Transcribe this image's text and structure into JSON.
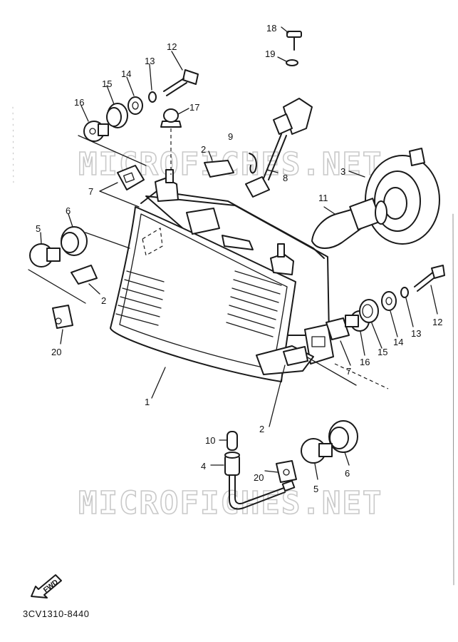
{
  "watermark": {
    "text_1": "MICROFICHES.NET",
    "text_2": "MICROFICHES.NET"
  },
  "callouts": {
    "c18": "18",
    "c19": "19",
    "c12a": "12",
    "c13a": "13",
    "c14a": "14",
    "c15a": "15",
    "c16a": "16",
    "c17": "17",
    "c9": "9",
    "c2a": "2",
    "c3": "3",
    "c8": "8",
    "c7a": "7",
    "c11": "11",
    "c6a": "6",
    "c5a": "5",
    "c2b": "2",
    "c20a": "20",
    "c12b": "12",
    "c13b": "13",
    "c14b": "14",
    "c15b": "15",
    "c16b": "16",
    "c7b": "7",
    "c1": "1",
    "c2c": "2",
    "c10": "10",
    "c4": "4",
    "c20b": "20",
    "c5b": "5",
    "c6b": "6"
  },
  "forward_mark": {
    "text": "FWD"
  },
  "part_code": "3CV1310-8440",
  "colors": {
    "ink": "#1a1a1a",
    "watermark": "#c9c9c9",
    "background": "#ffffff"
  }
}
